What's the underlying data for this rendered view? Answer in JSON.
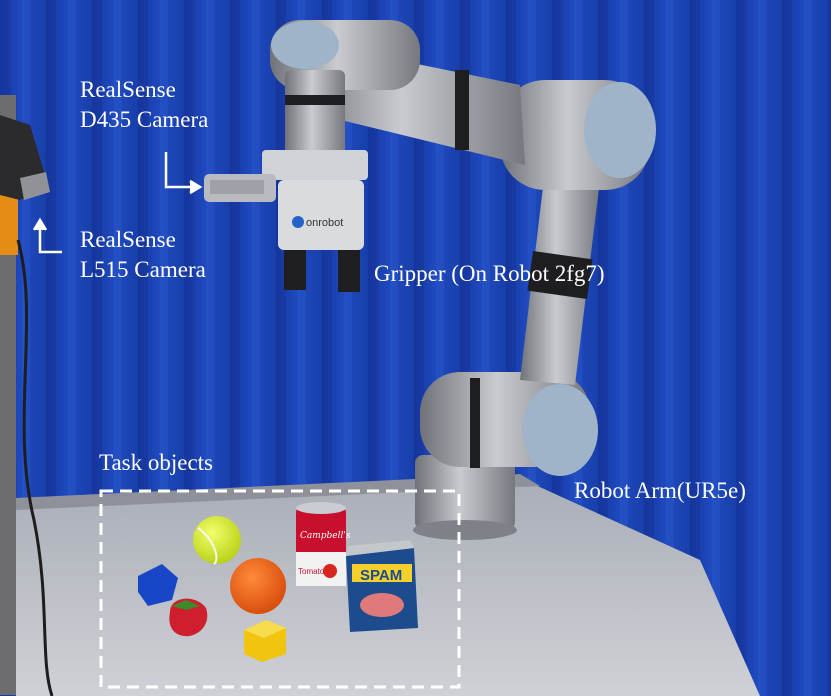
{
  "labels": {
    "d435": {
      "line1": "RealSense",
      "line2": "D435 Camera"
    },
    "l515": {
      "line1": "RealSense",
      "line2": "L515 Camera"
    },
    "gripper": "Gripper (On Robot 2fg7)",
    "task_objects": "Task objects",
    "robot_arm": "Robot Arm(UR5e)"
  },
  "product_text": {
    "gripper_brand": "onrobot",
    "campbells": "Campbell's",
    "tomato": "Tomato",
    "spam": "SPAM"
  },
  "colors": {
    "curtain": "#1d46b8",
    "table": "#b9bcc4",
    "arm_gray": "#8d9096",
    "arm_cap": "#9fb4c8",
    "label_text": "#ffffff"
  }
}
